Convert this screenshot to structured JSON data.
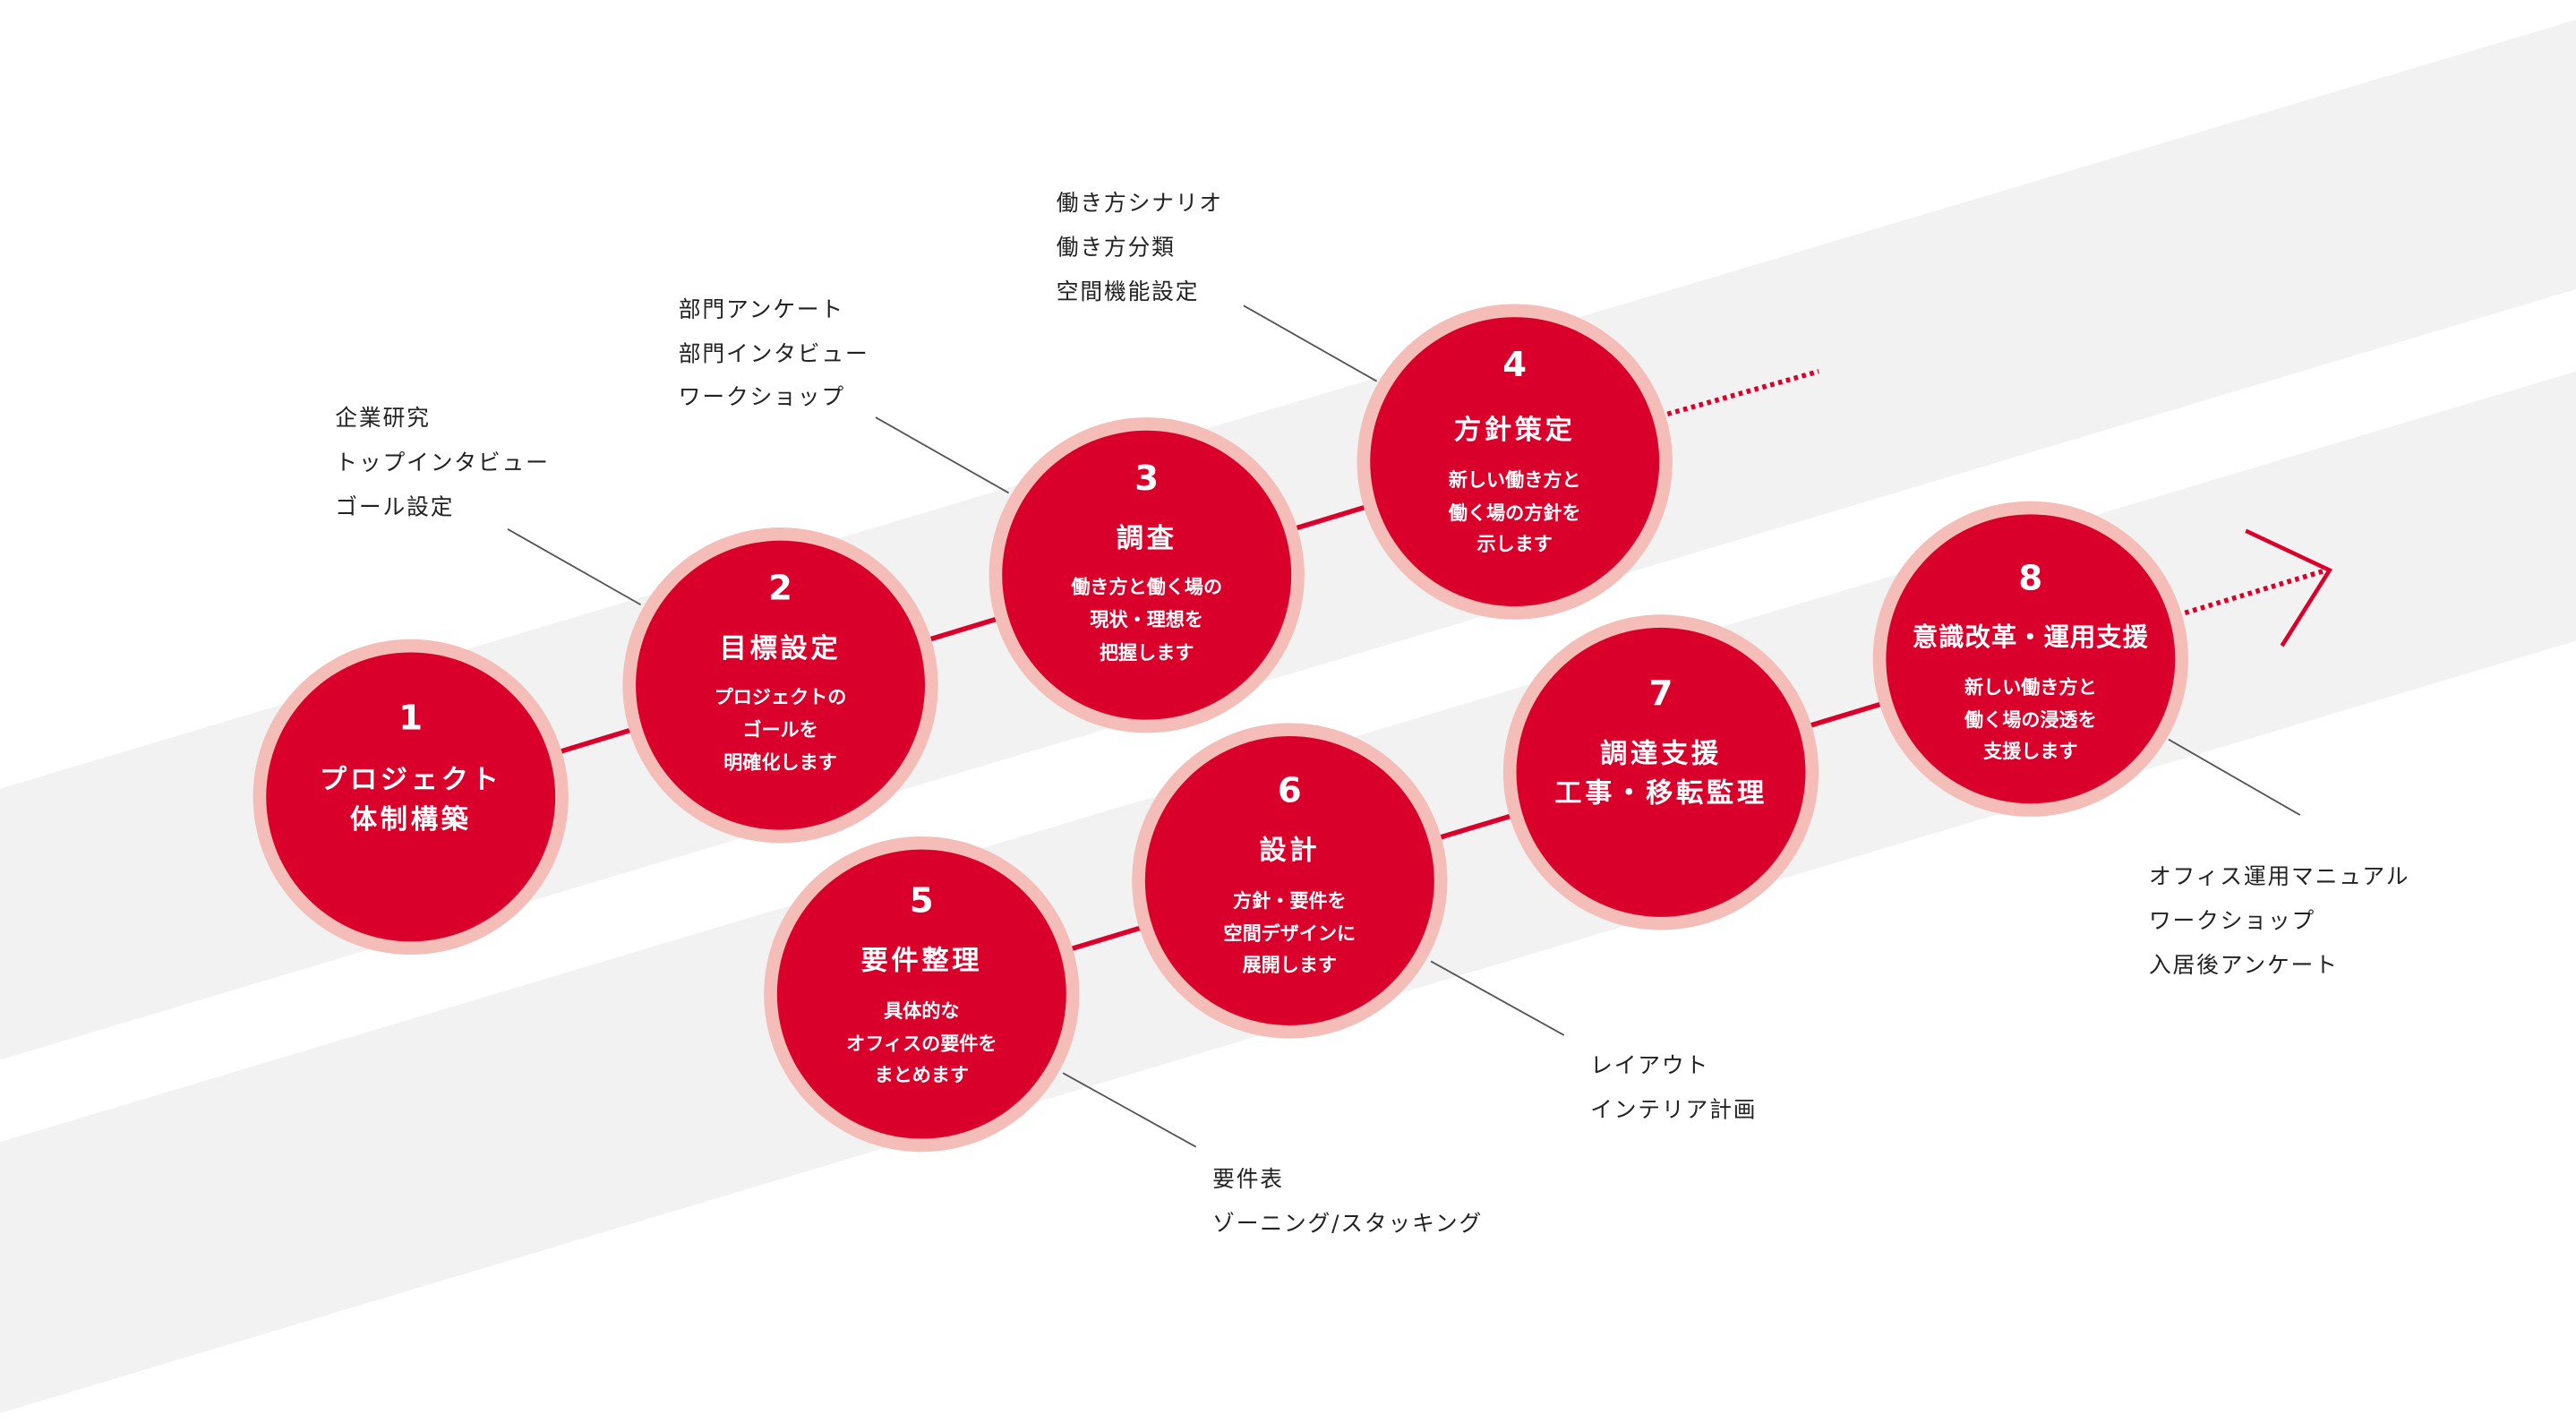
{
  "colors": {
    "accent": "#d9002b",
    "ring": "#f5bdb8",
    "band": "#f2f2f2",
    "text": "#222222"
  },
  "steps": [
    {
      "number": "1",
      "title": [
        "プロジェクト",
        "体制構築"
      ],
      "desc": [],
      "notes": [
        "企業研究",
        "トップインタビュー",
        "ゴール設定"
      ]
    },
    {
      "number": "2",
      "title": [
        "目標設定"
      ],
      "desc": [
        "プロジェクトの",
        "ゴールを",
        "明確化します"
      ],
      "notes": [
        "部門アンケート",
        "部門インタビュー",
        "ワークショップ"
      ]
    },
    {
      "number": "3",
      "title": [
        "調査"
      ],
      "desc": [
        "働き方と働く場の",
        "現状・理想を",
        "把握します"
      ],
      "notes": [
        "働き方シナリオ",
        "働き方分類",
        "空間機能設定"
      ]
    },
    {
      "number": "4",
      "title": [
        "方針策定"
      ],
      "desc": [
        "新しい働き方と",
        "働く場の方針を",
        "示します"
      ],
      "notes": []
    },
    {
      "number": "5",
      "title": [
        "要件整理"
      ],
      "desc": [
        "具体的な",
        "オフィスの要件を",
        "まとめます"
      ],
      "notes": [
        "要件表",
        "ゾーニング/スタッキング"
      ]
    },
    {
      "number": "6",
      "title": [
        "設計"
      ],
      "desc": [
        "方針・要件を",
        "空間デザインに",
        "展開します"
      ],
      "notes": [
        "レイアウト",
        "インテリア計画"
      ]
    },
    {
      "number": "7",
      "title": [
        "調達支援",
        "工事・移転監理"
      ],
      "desc": [],
      "notes": []
    },
    {
      "number": "8",
      "title": [
        "意識改革・運用支援"
      ],
      "desc": [
        "新しい働き方と",
        "働く場の浸透を",
        "支援します"
      ],
      "notes": [
        "オフィス運用マニュアル",
        "ワークショップ",
        "入居後アンケート"
      ]
    }
  ]
}
